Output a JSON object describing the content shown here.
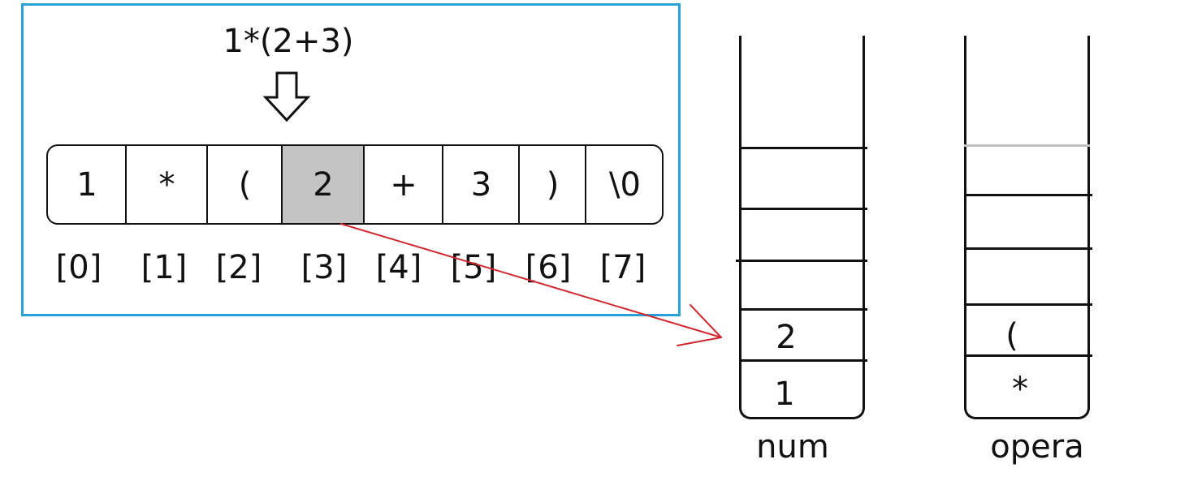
{
  "expression": "1*(2+3)",
  "array": {
    "cells": [
      "1",
      "*",
      "(",
      "2",
      "+",
      "3",
      ")",
      "\\0"
    ],
    "indices": [
      "[0]",
      "[1]",
      "[2]",
      "[3]",
      "[4]",
      "[5]",
      "[6]",
      "[7]"
    ],
    "active_index": 3
  },
  "stacks": {
    "num": {
      "label": "num",
      "items": [
        "1",
        "2"
      ]
    },
    "opera": {
      "label": "opera",
      "items": [
        "*",
        "("
      ]
    }
  },
  "colors": {
    "frame": "#2a9fd8",
    "pointer_arrow": "#d0282e",
    "active_cell": "#c4c4c4"
  }
}
